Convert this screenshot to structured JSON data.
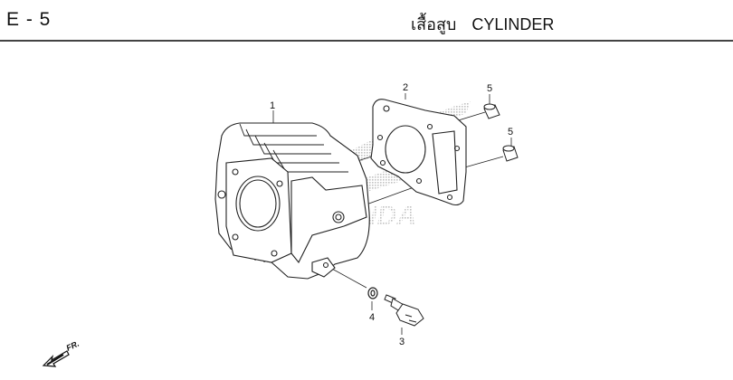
{
  "header": {
    "page_code": "E - 5",
    "title_thai": "เสื้อสูบ",
    "title_en": "CYLINDER"
  },
  "diagram": {
    "callouts": [
      {
        "number": "1",
        "part": "cylinder"
      },
      {
        "number": "2",
        "part": "gasket"
      },
      {
        "number": "5",
        "part": "dowel-pin"
      },
      {
        "number": "5",
        "part": "dowel-pin"
      },
      {
        "number": "4",
        "part": "washer"
      },
      {
        "number": "3",
        "part": "sensor"
      }
    ],
    "front_indicator": "FR.",
    "watermark": "HONDA",
    "watermark_color": "#c8c8c8"
  }
}
